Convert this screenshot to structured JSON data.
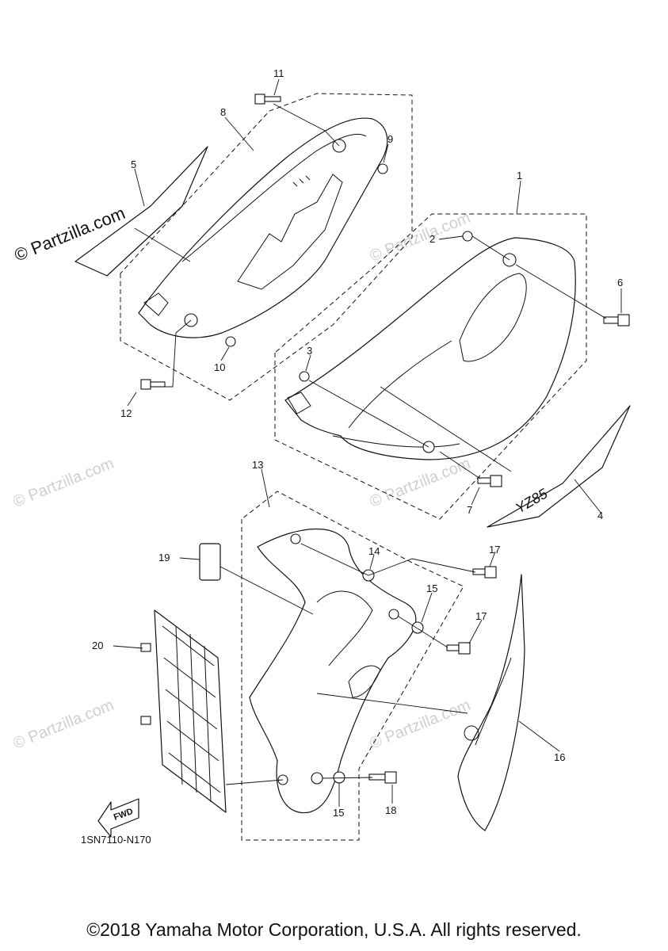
{
  "watermark": {
    "text": "© Partzilla.com"
  },
  "diagram_code": "1SN7110-N170",
  "copyright": "©2018 Yamaha Motor Corporation, U.S.A. All rights reserved.",
  "fwd_label": "FWD",
  "decal_text": "YZ85",
  "callouts": [
    {
      "id": "c1",
      "text": "1"
    },
    {
      "id": "c2",
      "text": "2"
    },
    {
      "id": "c3",
      "text": "3"
    },
    {
      "id": "c4",
      "text": "4"
    },
    {
      "id": "c5",
      "text": "5"
    },
    {
      "id": "c6",
      "text": "6"
    },
    {
      "id": "c7",
      "text": "7"
    },
    {
      "id": "c8",
      "text": "8"
    },
    {
      "id": "c9",
      "text": "9"
    },
    {
      "id": "c10",
      "text": "10"
    },
    {
      "id": "c11",
      "text": "11"
    },
    {
      "id": "c12",
      "text": "12"
    },
    {
      "id": "c13",
      "text": "13"
    },
    {
      "id": "c14",
      "text": "14"
    },
    {
      "id": "c15a",
      "text": "15"
    },
    {
      "id": "c15b",
      "text": "15"
    },
    {
      "id": "c16",
      "text": "16"
    },
    {
      "id": "c17a",
      "text": "17"
    },
    {
      "id": "c17b",
      "text": "17"
    },
    {
      "id": "c18",
      "text": "18"
    },
    {
      "id": "c19",
      "text": "19"
    },
    {
      "id": "c20",
      "text": "20"
    }
  ]
}
